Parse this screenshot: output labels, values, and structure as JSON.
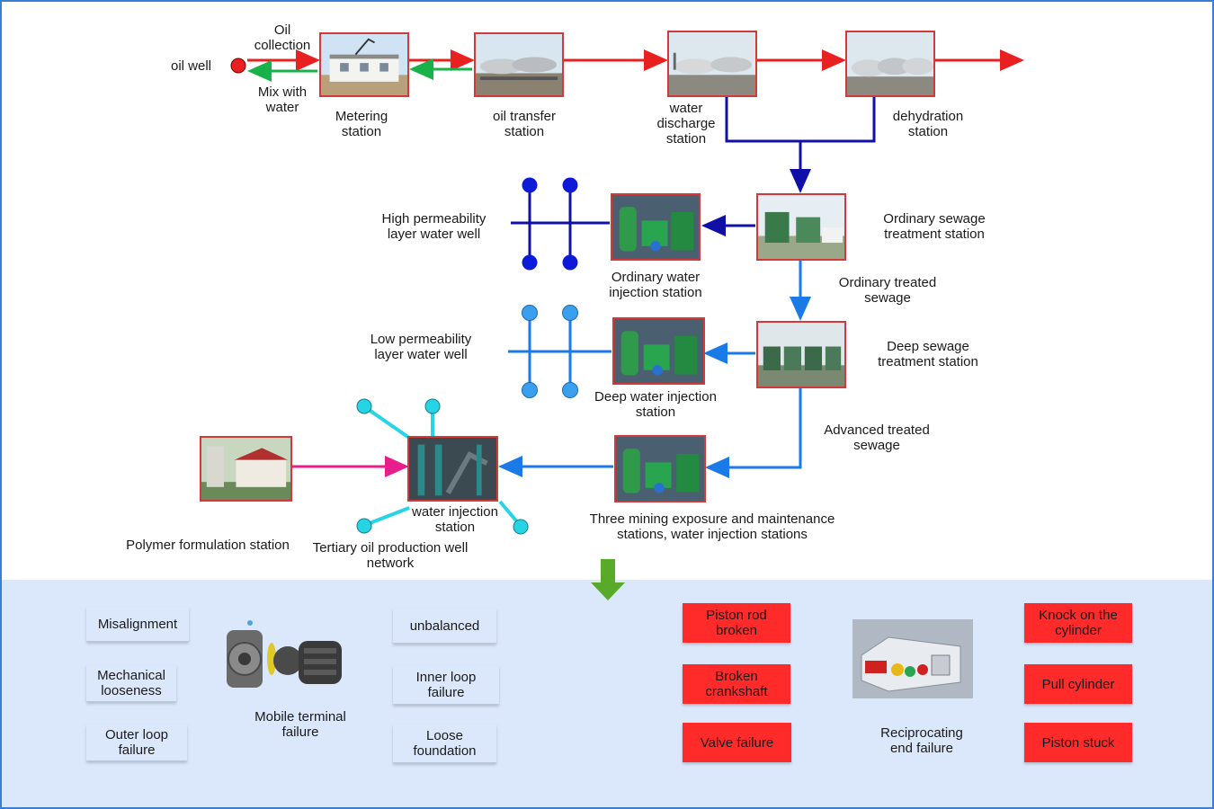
{
  "colors": {
    "oil_red": "#e82020",
    "mix_green": "#19b24a",
    "dark_blue": "#1010a8",
    "mid_blue": "#1a7ae8",
    "cyan": "#27d4e6",
    "magenta": "#e81e8c",
    "fault_red": "#ff2a2a",
    "panel_bg": "#dbe8fb",
    "down_arrow": "#5aaa2a"
  },
  "top_flow": {
    "oil_well": "oil well",
    "oil_collection": "Oil\ncollection",
    "mix_with_water": "Mix with\nwater",
    "metering_station": "Metering\nstation",
    "oil_transfer_station": "oil transfer\nstation",
    "water_discharge_station": "water\ndischarge\nstation",
    "dehydration_station": "dehydration\nstation"
  },
  "water_flow": {
    "ordinary_sewage_station": "Ordinary sewage\ntreatment station",
    "high_perm_well": "High permeability\nlayer water well",
    "ordinary_injection_station": "Ordinary water\ninjection station",
    "ordinary_treated_sewage": "Ordinary treated\nsewage",
    "deep_sewage_station": "Deep sewage\ntreatment station",
    "low_perm_well": "Low permeability\nlayer water well",
    "deep_injection_station": "Deep water injection\nstation",
    "advanced_treated_sewage": "Advanced treated\nsewage",
    "three_mining_stations": "Three mining exposure and maintenance\nstations, water injection stations",
    "water_injection_station": "water injection\nstation",
    "polymer_station": "Polymer formulation station",
    "tertiary_network": "Tertiary oil production well\nnetwork"
  },
  "faults": {
    "mobile_left": [
      "Misalignment",
      "Mechanical\nlooseness",
      "Outer loop\nfailure"
    ],
    "mobile_right": [
      "unbalanced",
      "Inner loop\nfailure",
      "Loose\nfoundation"
    ],
    "mobile_terminal_label": "Mobile terminal\nfailure",
    "recip_left": [
      "Piston rod\nbroken",
      "Broken\ncrankshaft",
      "Valve failure"
    ],
    "recip_right": [
      "Knock on the\ncylinder",
      "Pull cylinder",
      "Piston stuck"
    ],
    "reciprocating_label": "Reciprocating\nend failure"
  }
}
